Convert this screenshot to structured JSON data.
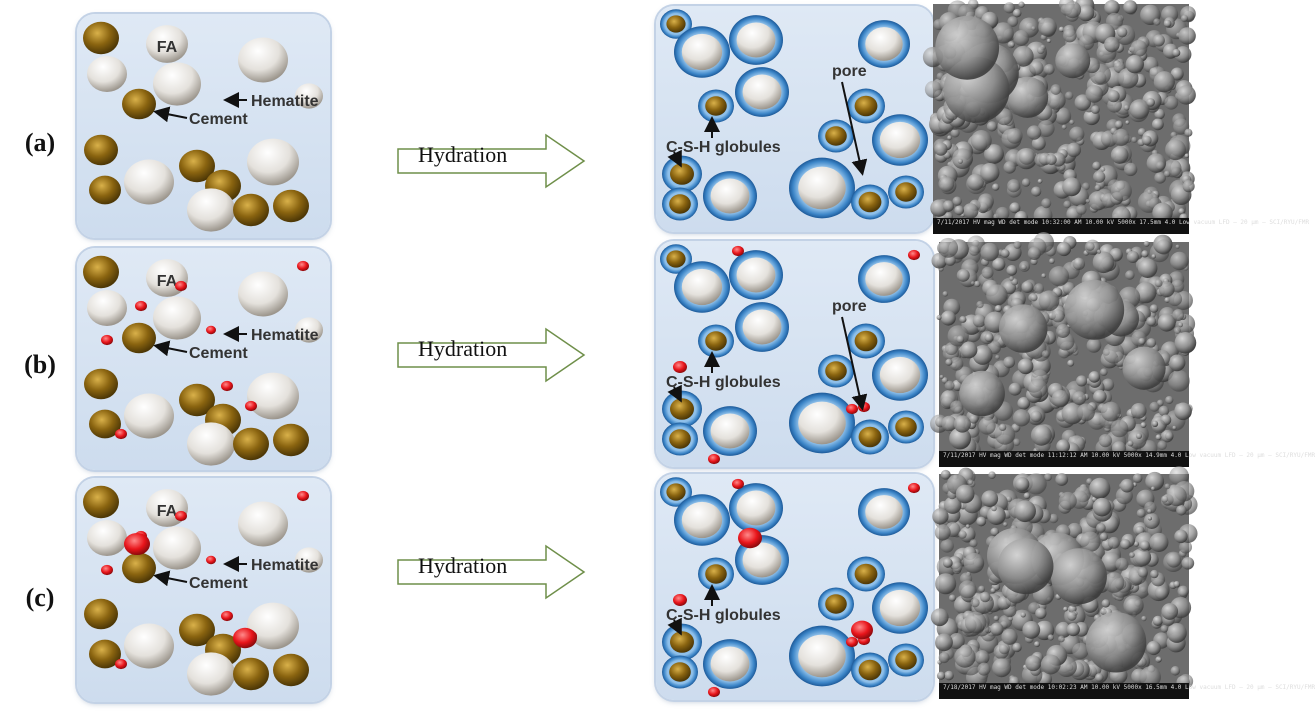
{
  "rows": [
    {
      "label": "(a)",
      "hematite": "none",
      "sem_info": "7/11/2017 HV mag WD det mode 10:32:00 AM 10.00 kV 5000x 17.5mm 4.0 Low vacuum LFD — 20 µm — SCI/RYU/FMR"
    },
    {
      "label": "(b)",
      "hematite": "small",
      "sem_info": "7/11/2017 HV mag WD det mode 11:12:12 AM 10.00 kV 5000x 14.9mm 4.0 Low vacuum LFD — 20 µm — SCI/RYU/FMR"
    },
    {
      "label": "(c)",
      "hematite": "large",
      "sem_info": "7/18/2017 HV mag WD det mode 10:02:23 AM 10.00 kV 5000x 16.5mm 4.0 Low vacuum LFD — 20 µm — SCI/RYU/FMR"
    }
  ],
  "labels": {
    "fa": "FA",
    "hematite": "Hematite",
    "cement": "Cement",
    "csh": "C-S-H globules",
    "pore": "pore",
    "hydration": "Hydration"
  },
  "colors": {
    "cement": "#8a6410",
    "fly_ash": "#e4e1dc",
    "hematite": "#e8141a",
    "csh_shell": "#3d86c8",
    "panel": "#d6e3f2"
  }
}
